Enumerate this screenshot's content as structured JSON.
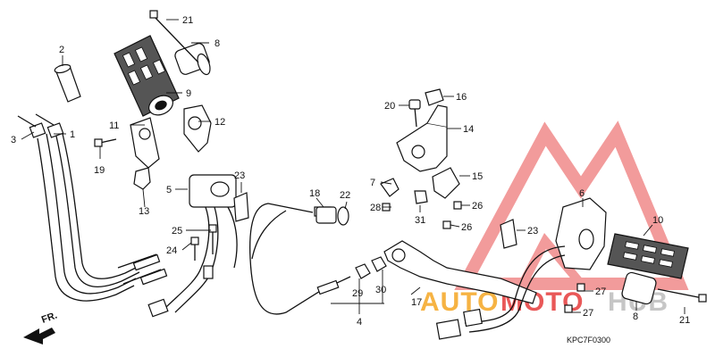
{
  "diagram_code": "KPC7F0300",
  "direction_label": "FR.",
  "callouts": {
    "c21_top": "21",
    "c8_top": "8",
    "c2": "2",
    "c9": "9",
    "c3": "3",
    "c1": "1",
    "c11": "11",
    "c12": "12",
    "c19": "19",
    "c13": "13",
    "c5": "5",
    "c23_left": "23",
    "c25": "25",
    "c24": "24",
    "c18": "18",
    "c22": "22",
    "c29": "29",
    "c30": "30",
    "c4": "4",
    "c20": "20",
    "c16": "16",
    "c14": "14",
    "c7": "7",
    "c15": "15",
    "c28": "28",
    "c31": "31",
    "c26_a": "26",
    "c26_b": "26",
    "c17": "17",
    "c6": "6",
    "c23_right": "23",
    "c10": "10",
    "c27_a": "27",
    "c27_b": "27",
    "c8_bottom": "8",
    "c21_bottom": "21"
  },
  "watermark": {
    "part1": "AUTO",
    "part2": "MOTO",
    "part3": "HUB",
    "color_orange": "#f5a623",
    "color_red": "#e63b3b",
    "color_gray": "#bdbdbd"
  }
}
